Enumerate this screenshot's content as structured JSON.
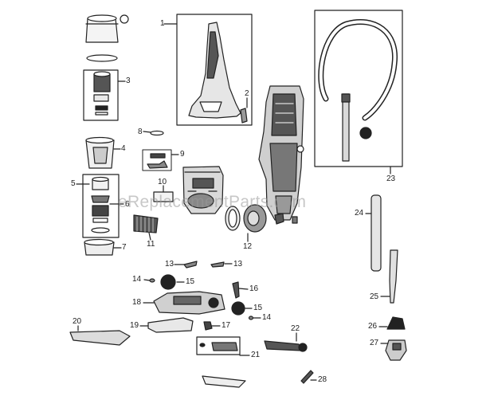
{
  "watermark": "eReplacementParts.com",
  "labels": {
    "p1": "1",
    "p2": "2",
    "p3": "3",
    "p4": "4",
    "p5": "5",
    "p6": "6",
    "p7": "7",
    "p8": "8",
    "p9": "9",
    "p10": "10",
    "p11": "11",
    "p12": "12",
    "p13a": "13",
    "p13b": "13",
    "p14a": "14",
    "p14b": "14",
    "p15a": "15",
    "p15b": "15",
    "p16": "16",
    "p17": "17",
    "p18": "18",
    "p19": "19",
    "p20": "20",
    "p21": "21",
    "p22": "22",
    "p23": "23",
    "p24": "24",
    "p25": "25",
    "p26": "26",
    "p27": "27",
    "p28": "28"
  }
}
